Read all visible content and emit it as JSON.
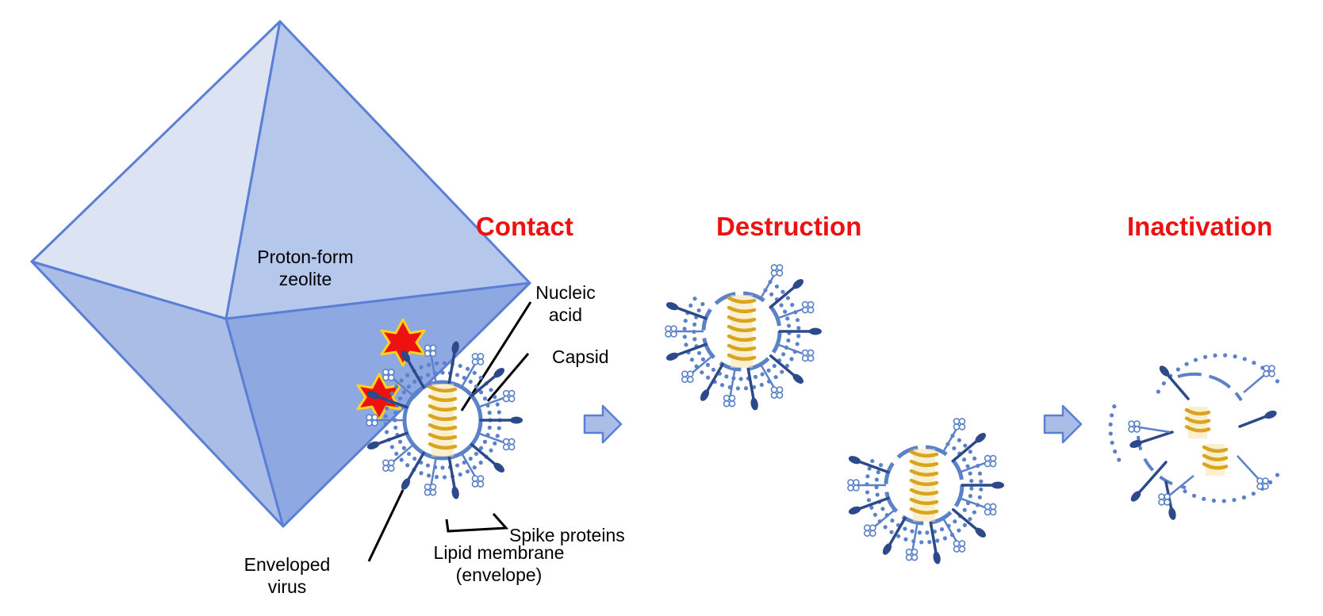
{
  "colors": {
    "accent_red": "#ee1111",
    "zeolite_edge": "#5b7fd4",
    "zeolite_light": "#dce4f4",
    "zeolite_mid": "#b5c7ea",
    "zeolite_dark": "#8ea8e2",
    "spike_dark": "#2c4a8a",
    "membrane_blue": "#5b82c8",
    "nucleic_gold": "#d9a520",
    "arrow_fill": "#a9bde7"
  },
  "stages": {
    "contact": "Contact",
    "destruction": "Destruction",
    "inactivation": "Inactivation"
  },
  "labels": {
    "zeolite_line1": "Proton-form",
    "zeolite_line2": "zeolite",
    "nucleic_line1": "Nucleic",
    "nucleic_line2": "acid",
    "capsid": "Capsid",
    "spike_proteins": "Spike proteins",
    "lipid_line1": "Lipid membrane",
    "lipid_line2": "(envelope)",
    "virus_line1": "Enveloped",
    "virus_line2": "virus"
  },
  "icons": [
    "contact-burst-icon",
    "flow-arrow-icon",
    "virus-particle-icon"
  ]
}
